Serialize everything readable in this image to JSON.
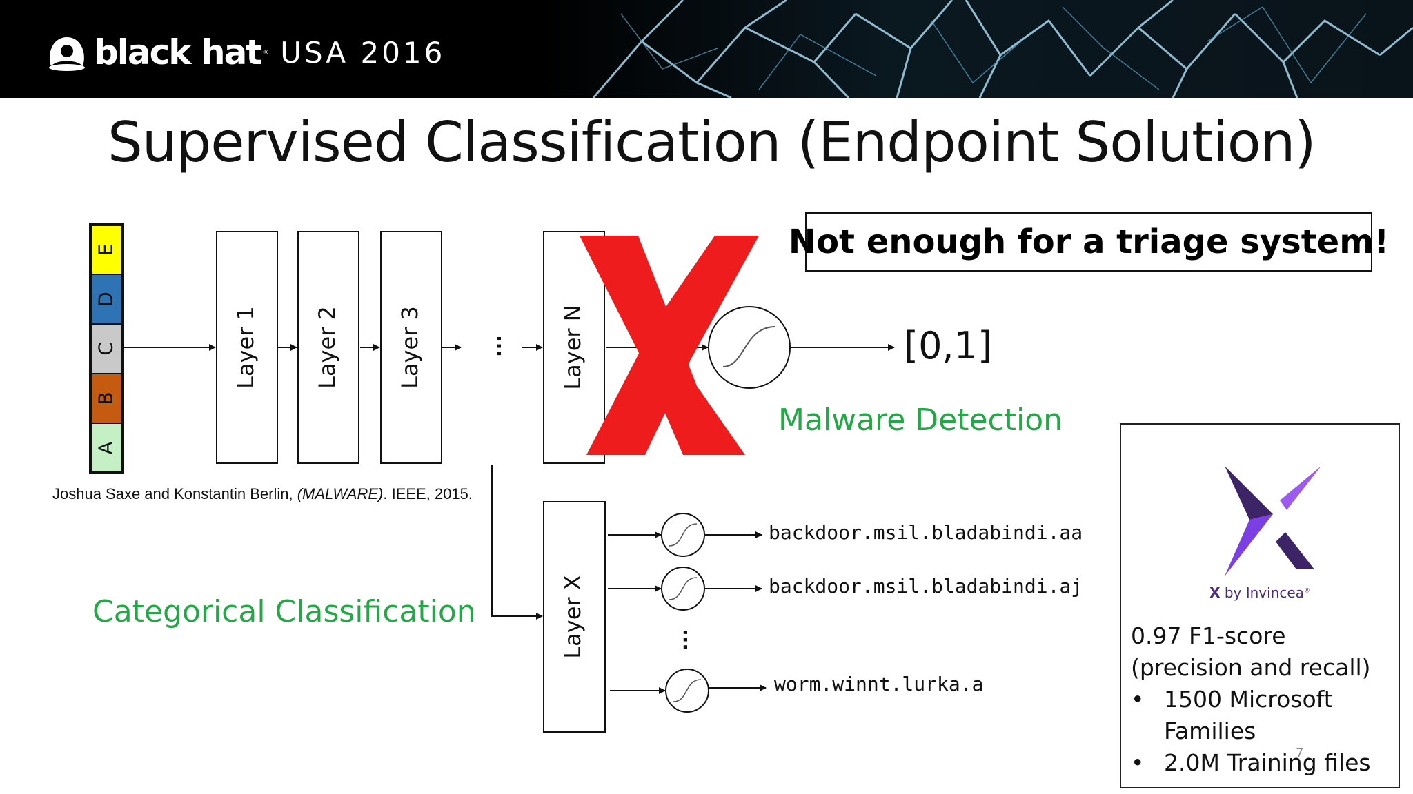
{
  "header": {
    "brand": "black hat",
    "event": "USA 2016"
  },
  "slide": {
    "title": "Supervised Classification (Endpoint Solution)",
    "page_number": "7"
  },
  "diagram": {
    "input_segments": [
      {
        "label": "A",
        "color": "#c5efc5"
      },
      {
        "label": "B",
        "color": "#c55a11"
      },
      {
        "label": "C",
        "color": "#c9c9c9"
      },
      {
        "label": "D",
        "color": "#2e74b5"
      },
      {
        "label": "E",
        "color": "#ffff00"
      }
    ],
    "layers": [
      "Layer 1",
      "Layer 2",
      "Layer 3",
      "Layer N"
    ],
    "ellipsis": "...",
    "layer_x": "Layer X",
    "binary_output": "[0,1]",
    "malware_detection_label": "Malware Detection",
    "categorical_label": "Categorical Classification",
    "families": [
      "backdoor.msil.bladabindi.aa",
      "backdoor.msil.bladabindi.aj",
      "worm.winnt.lurka.a"
    ],
    "cross_color": "#ee1c1c"
  },
  "citation": {
    "authors": "Joshua Saxe and Konstantin Berlin, ",
    "venue_italic": "(MALWARE)",
    "rest": ". IEEE, 2015."
  },
  "callout": "Not enough for a triage system!",
  "stats_box": {
    "brand_x": "X",
    "brand_rest": " by Invincea",
    "lead": "0.97 F1-score (precision and recall)",
    "bullets": [
      "1500 Microsoft Families",
      "2.0M Training files"
    ],
    "accent": "#7b3fe4"
  }
}
